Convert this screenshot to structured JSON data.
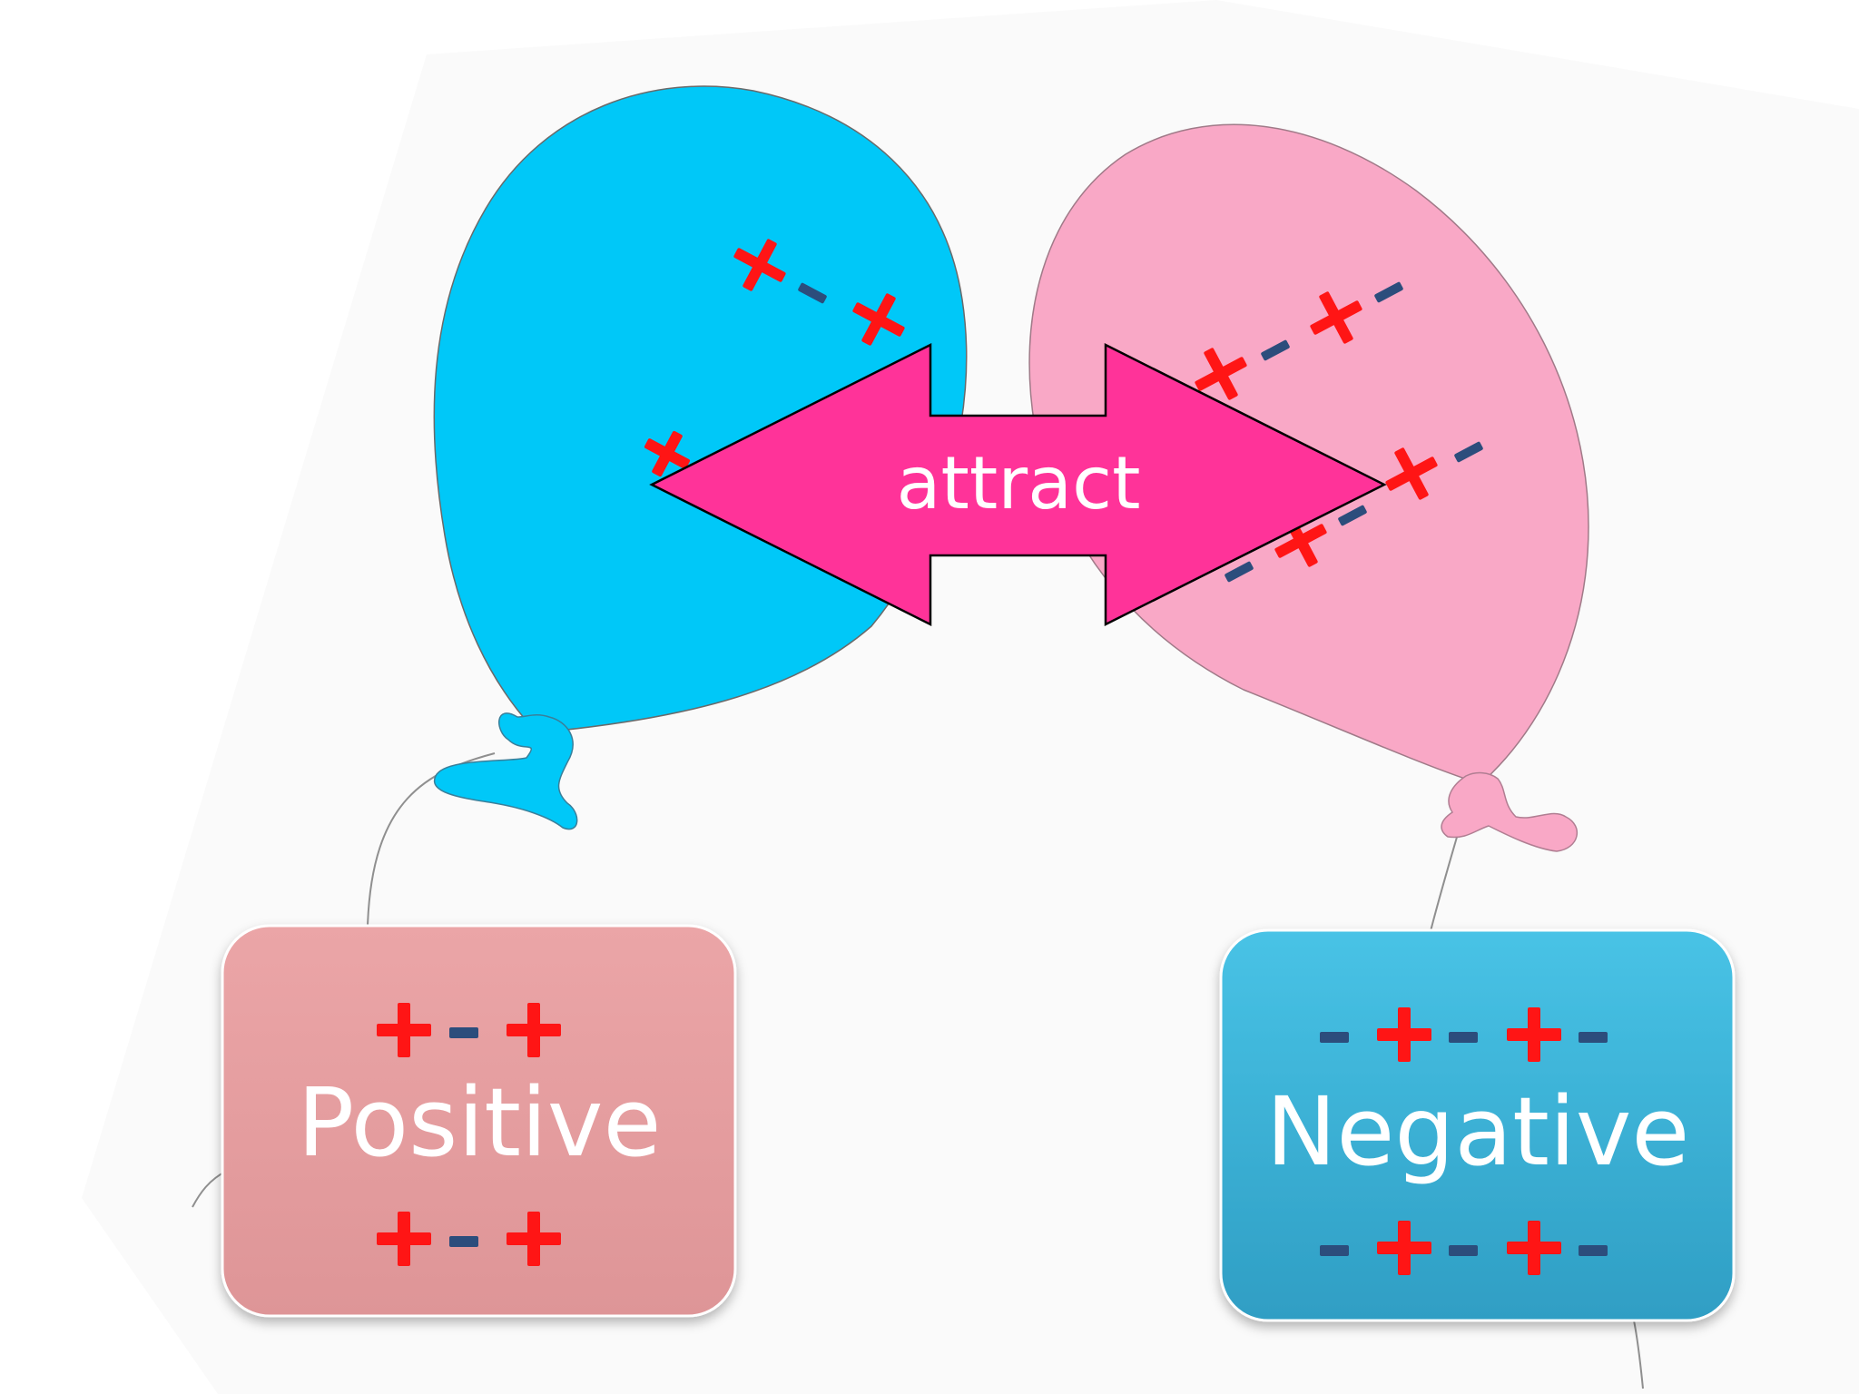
{
  "arrow": {
    "label": "attract",
    "fill": "#FF3399"
  },
  "boxes": {
    "positive": {
      "label": "Positive",
      "fill": "#E8A0A2",
      "charge_row_top": "+- +",
      "charge_row_bottom": "+- +"
    },
    "negative": {
      "label": "Negative",
      "fill": "#3BB7DE",
      "charge_row_top": "- +- +-",
      "charge_row_bottom": "- +- +-"
    }
  },
  "balloons": {
    "left": {
      "fill": "#00C8F8"
    },
    "right": {
      "fill": "#F9A8C6"
    }
  },
  "colors": {
    "plus": "#FF1515",
    "minus": "#2C4D7C"
  }
}
